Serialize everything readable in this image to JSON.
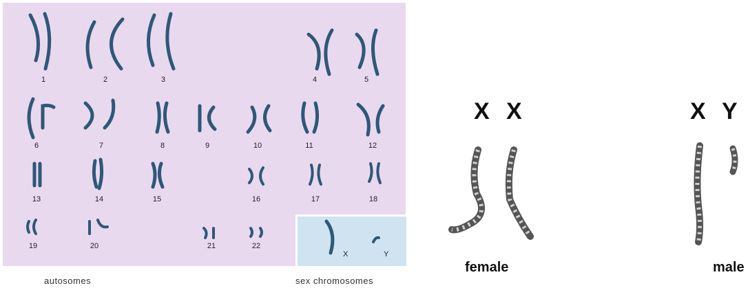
{
  "karyotype": {
    "autosome_numbers": [
      "1",
      "2",
      "3",
      "4",
      "5",
      "6",
      "7",
      "8",
      "9",
      "10",
      "11",
      "12",
      "13",
      "14",
      "15",
      "16",
      "17",
      "18",
      "19",
      "20",
      "21",
      "22"
    ],
    "sex_chromosome_labels": {
      "x": "X",
      "y": "Y"
    },
    "captions": {
      "autosomes": "autosomes",
      "sex_chromosomes": "sex chromosomes"
    },
    "colors": {
      "panel_bg": "#e9d9ef",
      "sex_panel_bg": "#cfe3f1",
      "chromosome": "#2f5878",
      "banded": "#555555"
    }
  },
  "comparison": {
    "female": {
      "letters": [
        "X",
        "X"
      ],
      "label": "female"
    },
    "male": {
      "letters": [
        "X",
        "Y"
      ],
      "label": "male"
    }
  }
}
